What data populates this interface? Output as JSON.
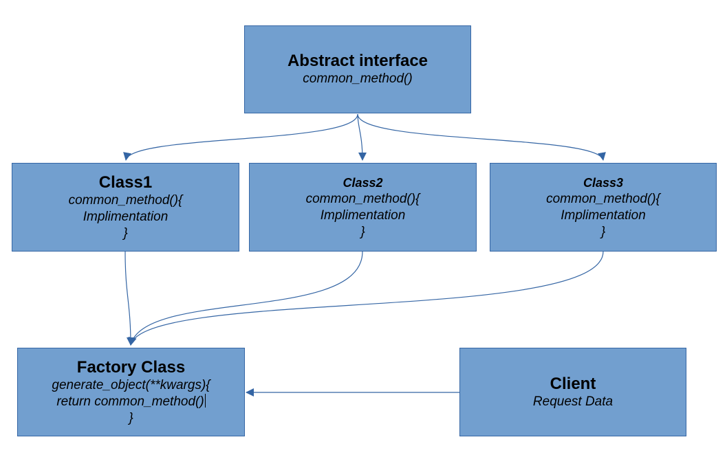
{
  "diagram": {
    "colors": {
      "box_fill": "#729fcf",
      "box_border": "#3465a4",
      "connector": "#3465a4"
    },
    "abstract": {
      "title": "Abstract interface",
      "method": "common_method()"
    },
    "class1": {
      "title": "Class1",
      "line1": "common_method(){",
      "line2": "Implimentation",
      "line3": "}"
    },
    "class2": {
      "title": "Class2",
      "line1": "common_method(){",
      "line2": "Implimentation",
      "line3": "}"
    },
    "class3": {
      "title": "Class3",
      "line1": "common_method(){",
      "line2": "Implimentation",
      "line3": "}"
    },
    "factory": {
      "title": "Factory Class",
      "line1": "generate_object(**kwargs){",
      "line2": "return common_method()",
      "line3": "}"
    },
    "client": {
      "title": "Client",
      "line1": "Request Data"
    },
    "connectors": [
      {
        "from": "Abstract interface",
        "to": "Class1"
      },
      {
        "from": "Abstract interface",
        "to": "Class2"
      },
      {
        "from": "Abstract interface",
        "to": "Class3"
      },
      {
        "from": "Class1",
        "to": "Factory Class"
      },
      {
        "from": "Class2",
        "to": "Factory Class"
      },
      {
        "from": "Class3",
        "to": "Factory Class"
      },
      {
        "from": "Client",
        "to": "Factory Class"
      }
    ]
  }
}
